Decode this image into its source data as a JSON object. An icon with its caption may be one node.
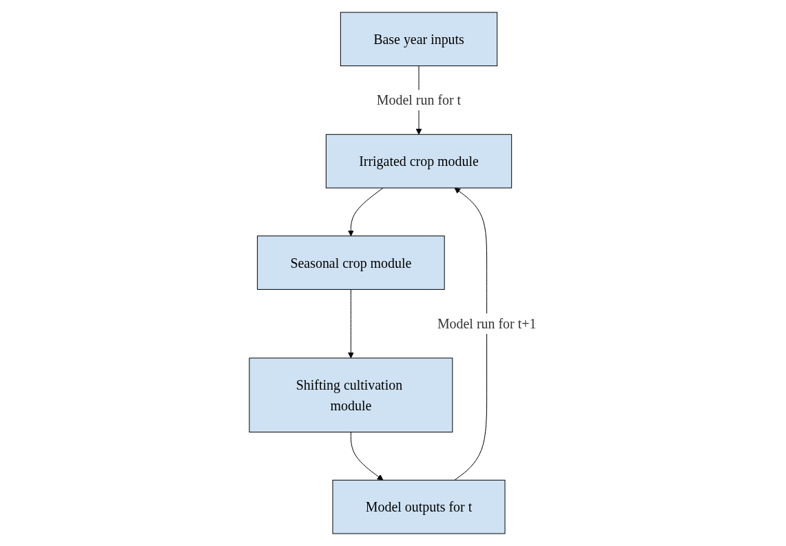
{
  "diagram": {
    "nodes": [
      {
        "text": [
          "Base year inputs"
        ]
      },
      {
        "text": [
          "Irrigated crop module"
        ]
      },
      {
        "text": [
          "Seasonal crop module"
        ]
      },
      {
        "text": [
          "Shifting cultivation module"
        ]
      },
      {
        "text": [
          "Model outputs for t"
        ]
      }
    ],
    "edges": [
      {
        "from": 0,
        "to": 1,
        "arrow": "to",
        "label": "Model run for t"
      },
      {
        "from": 1,
        "to": 2,
        "arrow": "to"
      },
      {
        "from": 2,
        "to": 3,
        "arrow": "to"
      },
      {
        "from": 3,
        "to": 4,
        "arrow": "to"
      },
      {
        "from": 4,
        "to": 1,
        "arrow": "to",
        "label": "Model run for t+1"
      }
    ]
  }
}
